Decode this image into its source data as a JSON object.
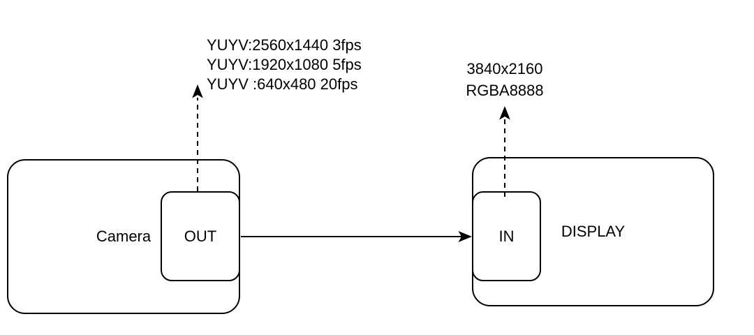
{
  "colors": {
    "stroke": "#000000",
    "background": "#ffffff",
    "text": "#000000"
  },
  "camera": {
    "label": "Camera",
    "port": "OUT",
    "formats": [
      "YUYV:2560x1440 3fps",
      "YUYV:1920x1080 5fps",
      "YUYV :640x480 20fps"
    ]
  },
  "display": {
    "label": "DISPLAY",
    "port": "IN",
    "formats": [
      "3840x2160",
      "RGBA8888"
    ]
  }
}
